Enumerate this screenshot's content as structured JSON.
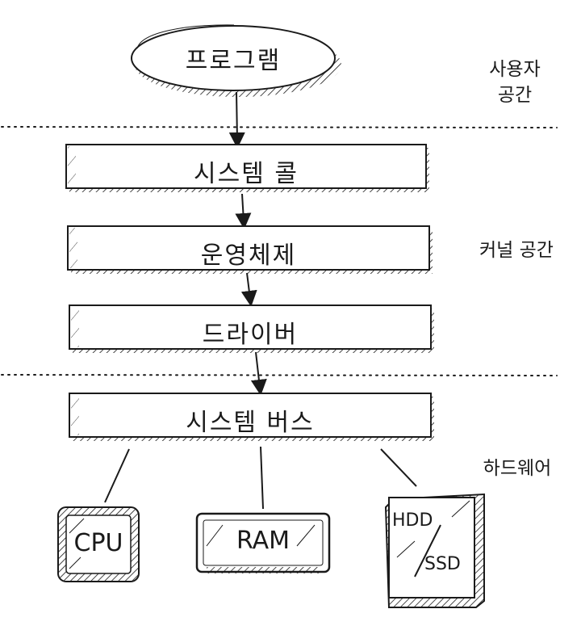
{
  "program": "프로그램",
  "zones": {
    "user_space": [
      "사용자",
      "공간"
    ],
    "kernel_space": "커널 공간",
    "hardware": "하드웨어"
  },
  "layers": {
    "system_call": "시스템 콜",
    "operating_system": "운영체제",
    "driver": "드라이버",
    "system_bus": "시스템 버스"
  },
  "hardware": {
    "cpu": "CPU",
    "ram": "RAM",
    "storage_top": "HDD",
    "storage_bottom": "SSD"
  },
  "colors": {
    "ink": "#1a1a1a",
    "background": "#ffffff"
  }
}
